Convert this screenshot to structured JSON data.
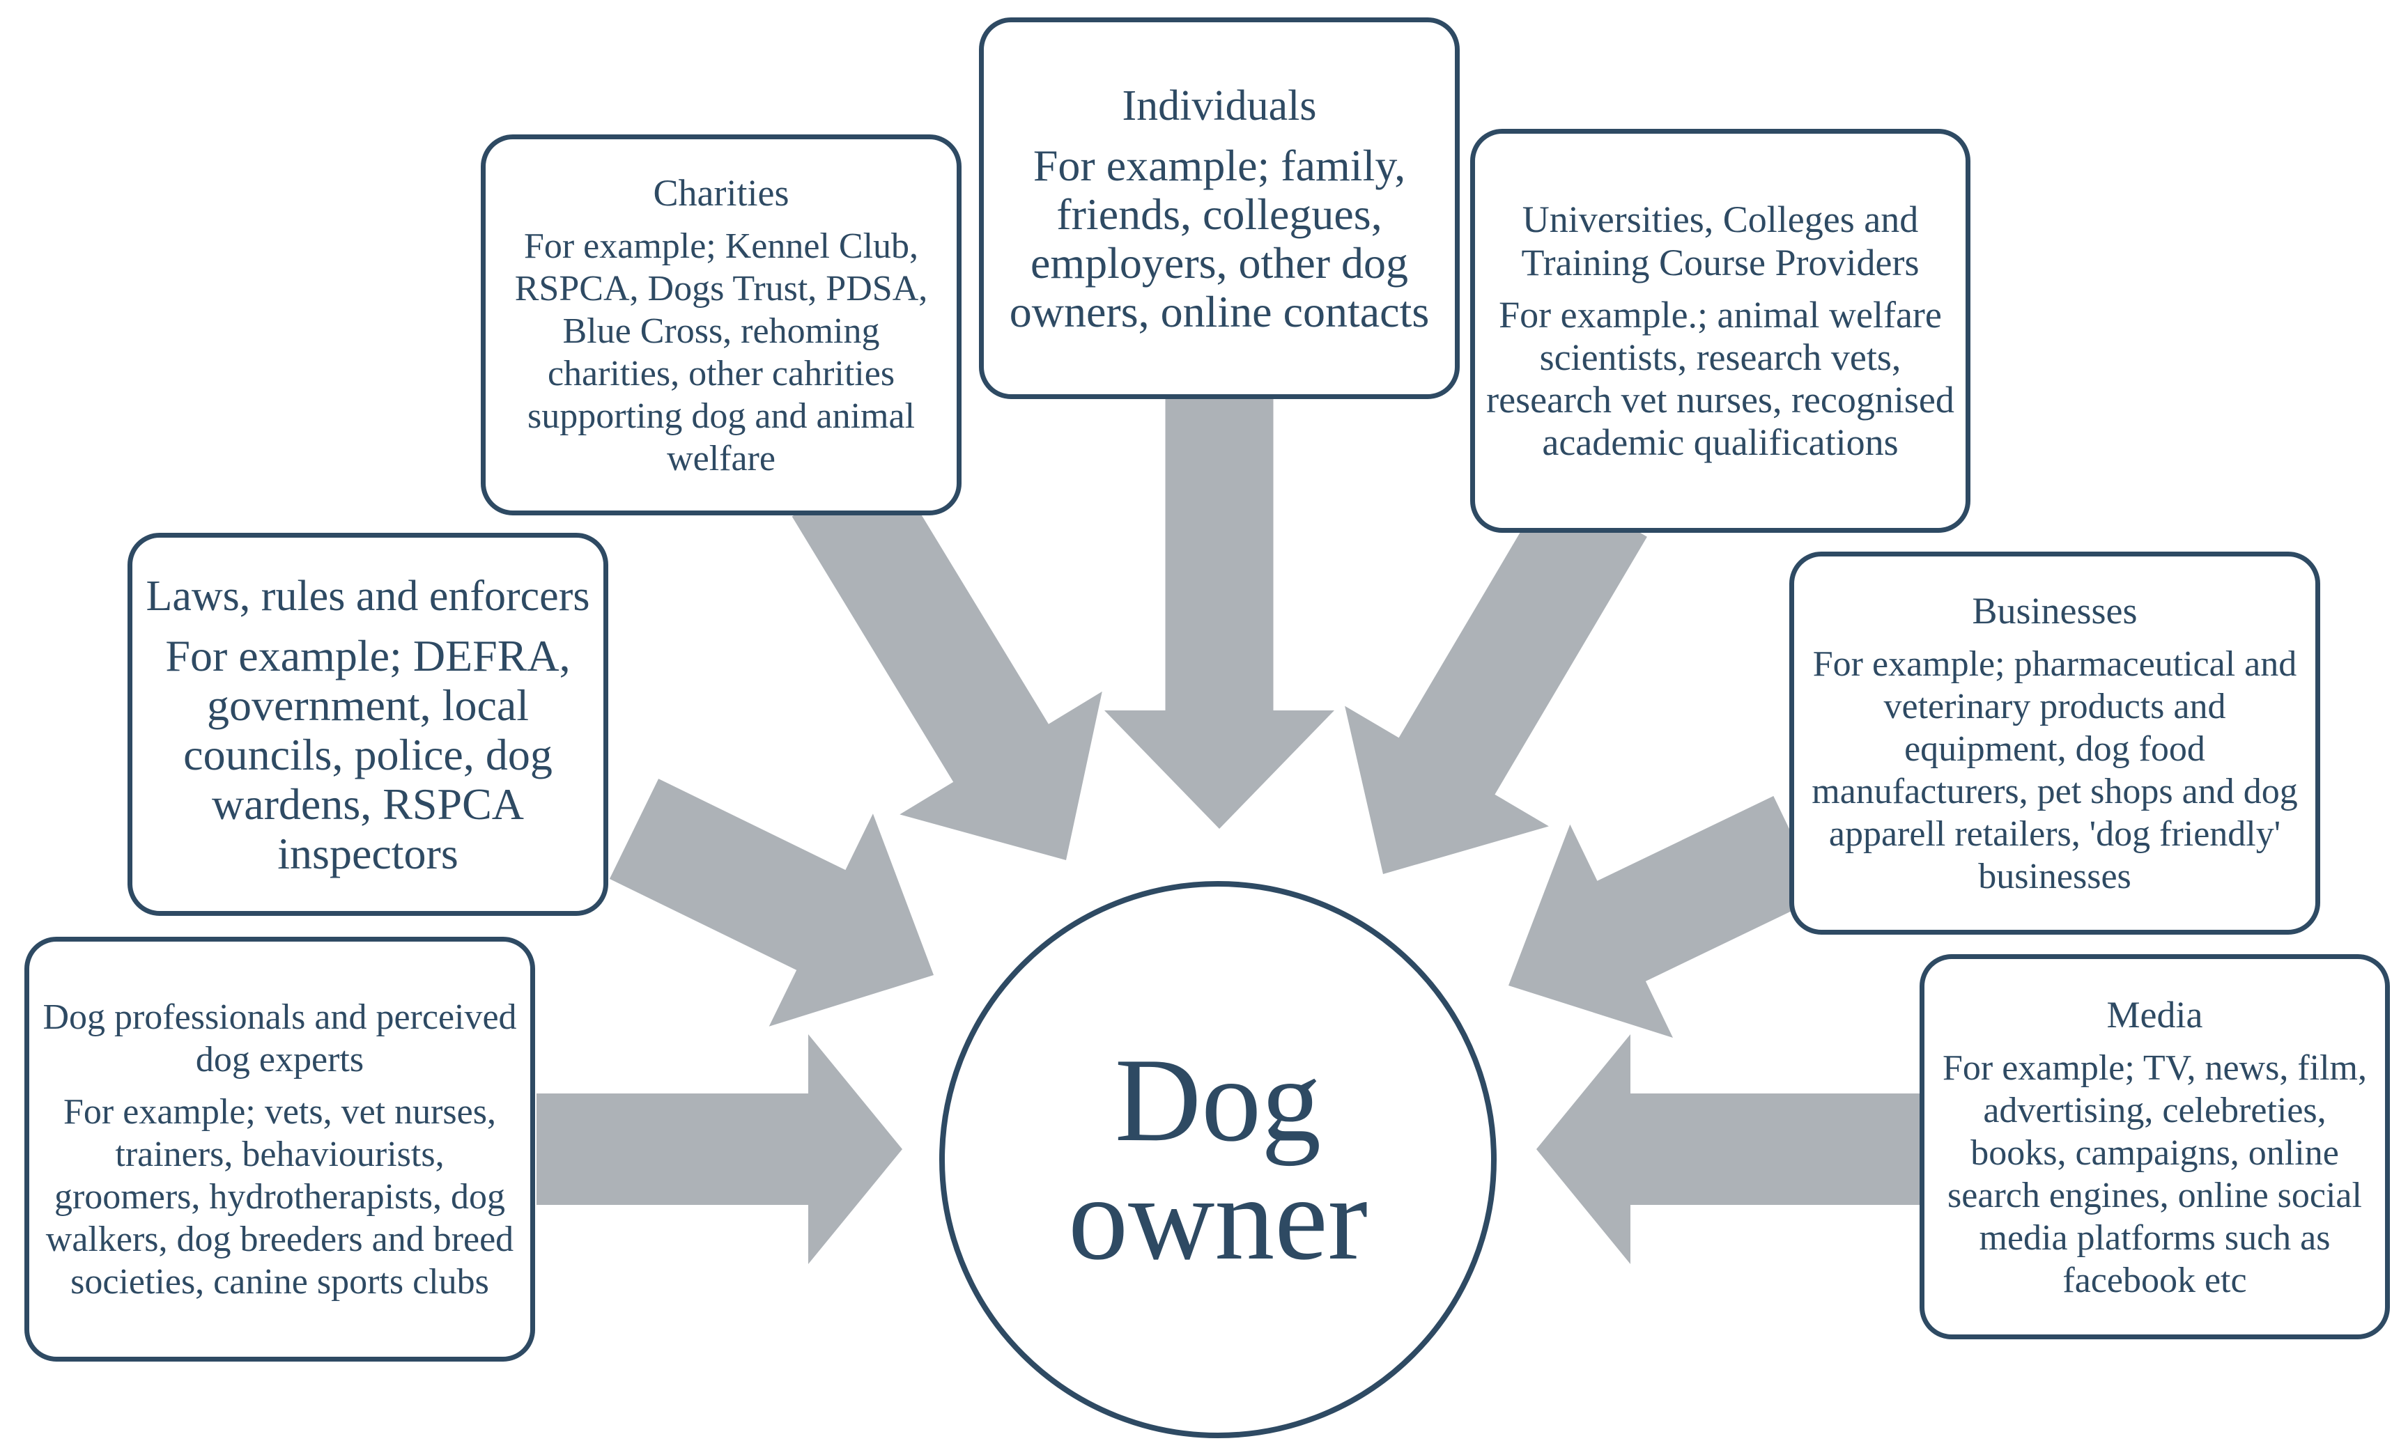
{
  "center": {
    "label": "Dog owner"
  },
  "boxes": {
    "charities": {
      "title": "Charities",
      "body": "For example; Kennel Club, RSPCA, Dogs Trust, PDSA, Blue Cross, rehoming charities, other cahrities supporting dog and animal welfare"
    },
    "individuals": {
      "title": "Individuals",
      "body": "For example; family, friends, collegues, employers, other dog owners, online contacts"
    },
    "universities": {
      "title": "Universities, Colleges and Training Course Providers",
      "body": "For example.; animal welfare scientists, research vets, research vet nurses, recognised academic qualifications"
    },
    "laws": {
      "title": "Laws, rules and enforcers",
      "body": "For example; DEFRA, government, local councils, police, dog wardens, RSPCA inspectors"
    },
    "businesses": {
      "title": "Businesses",
      "body": "For example; pharmaceutical and veterinary products and equipment, dog food manufacturers, pet shops and dog apparell retailers, 'dog friendly' businesses"
    },
    "professionals": {
      "title": "Dog professionals and perceived dog experts",
      "body": "For example; vets, vet nurses, trainers, behaviourists, groomers, hydrotherapists, dog walkers, dog breeders and breed societies, canine sports clubs"
    },
    "media": {
      "title": "Media",
      "body": "For example; TV, news, film, advertising, celebreties, books, campaigns, online search engines, online social media platforms such as facebook etc"
    }
  },
  "colors": {
    "border": "#2e4a63",
    "text": "#2e4a63",
    "arrow": "#adb2b7"
  }
}
